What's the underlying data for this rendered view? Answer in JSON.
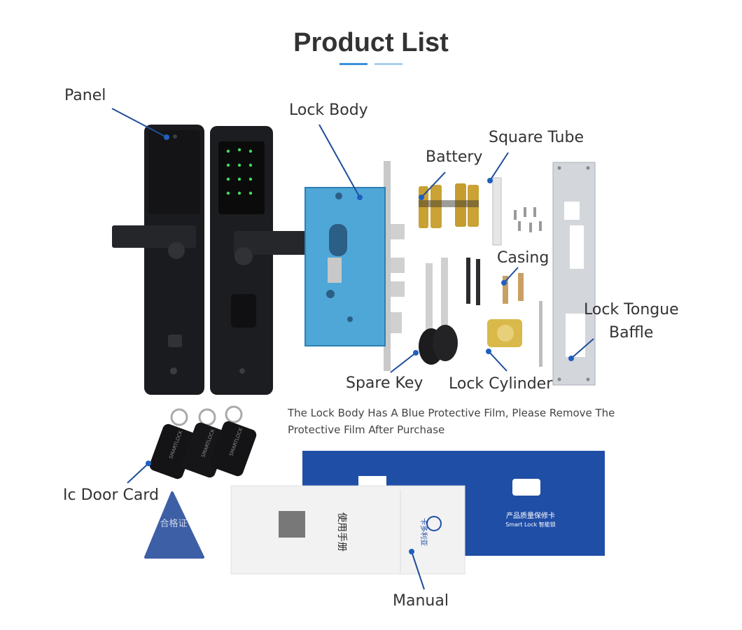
{
  "title": "Product List",
  "accent_colors": {
    "primary": "#3b8fd8",
    "secondary": "#a9cfee",
    "callout": "#1f4e9b"
  },
  "labels": {
    "panel": "Panel",
    "lock_body": "Lock Body",
    "battery": "Battery",
    "square_tube": "Square Tube",
    "casing": "Casing",
    "lock_tongue_1": "Lock Tongue",
    "lock_tongue_2": "Baffle",
    "spare_key": "Spare Key",
    "lock_cylinder": "Lock Cylinder",
    "ic_door_card": "Ic Door Card",
    "manual": "Manual"
  },
  "note_line1": "The Lock Body Has A Blue Protective Film, Please Remove The",
  "note_line2": "Protective Film After Purchase",
  "card_text": "SMARTLOCK",
  "certificate_text": "合格证",
  "manual_box_text": "卡多利亚",
  "warranty_text": "产品质量保修卡",
  "warranty_sub": "Smart Lock 智能锁",
  "manual_title": "使用手册"
}
